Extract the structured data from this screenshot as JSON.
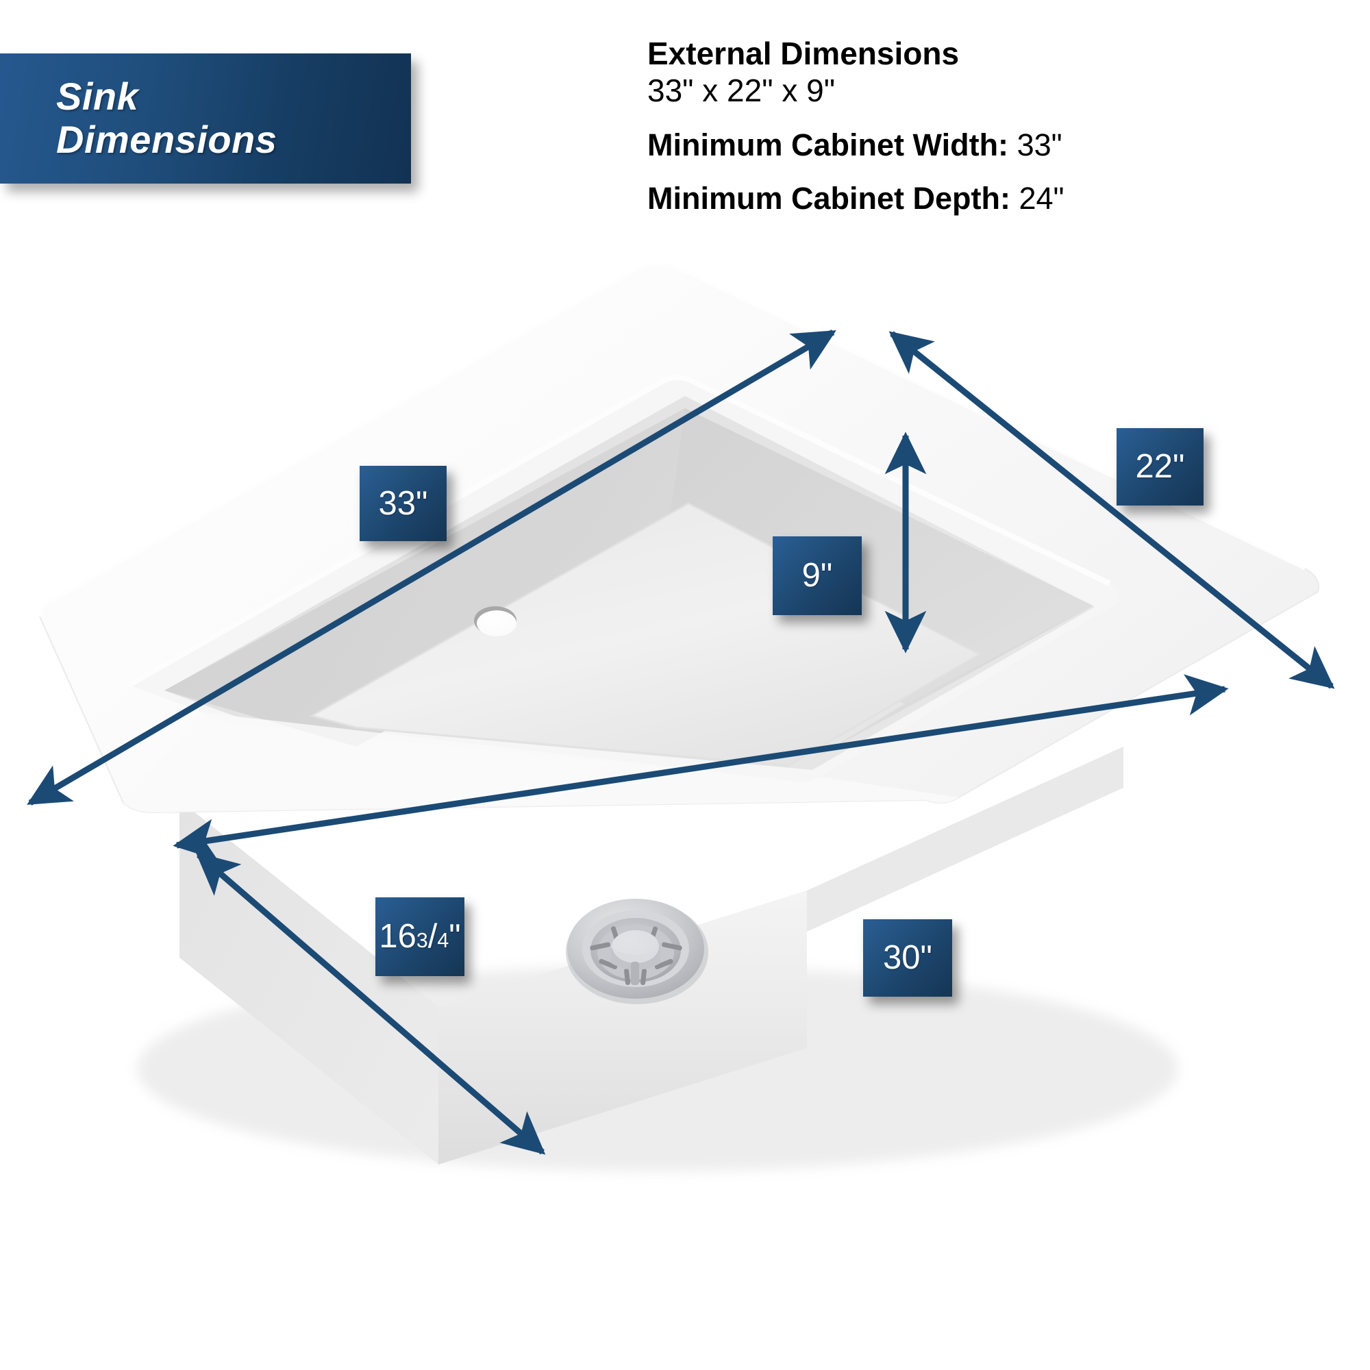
{
  "title_banner": {
    "line1": "Sink",
    "line2": "Dimensions",
    "background_color": "#1f4e7c",
    "text_color": "#ffffff"
  },
  "spec_block": {
    "heading": "External Dimensions",
    "external_dimensions": "33\" x 22\" x 9\"",
    "min_cabinet_width_label": "Minimum Cabinet Width:",
    "min_cabinet_width_value": "33\"",
    "min_cabinet_depth_label": "Minimum Cabinet Depth:",
    "min_cabinet_depth_value": "24\""
  },
  "callouts": {
    "width_overall": "33\"",
    "depth_overall": "22\"",
    "bowl_height": "9\"",
    "bowl_depth_front_back": "16¾\"",
    "bowl_width": "30\""
  },
  "callout_fraction": {
    "whole": "16",
    "numerator": "3",
    "slash": "/",
    "denominator": "4",
    "unit": "\""
  },
  "colors": {
    "callout_blue_light": "#2a5e96",
    "callout_blue_dark": "#153654",
    "arrow_navy": "#1b4a75",
    "sink_white": "#ffffff",
    "sink_shadow_gray": "#c9c9c9"
  },
  "illustration": {
    "product": "drop-in kitchen sink",
    "faucet_hole": "single faucet hole",
    "drain": "basket strainer drain"
  }
}
